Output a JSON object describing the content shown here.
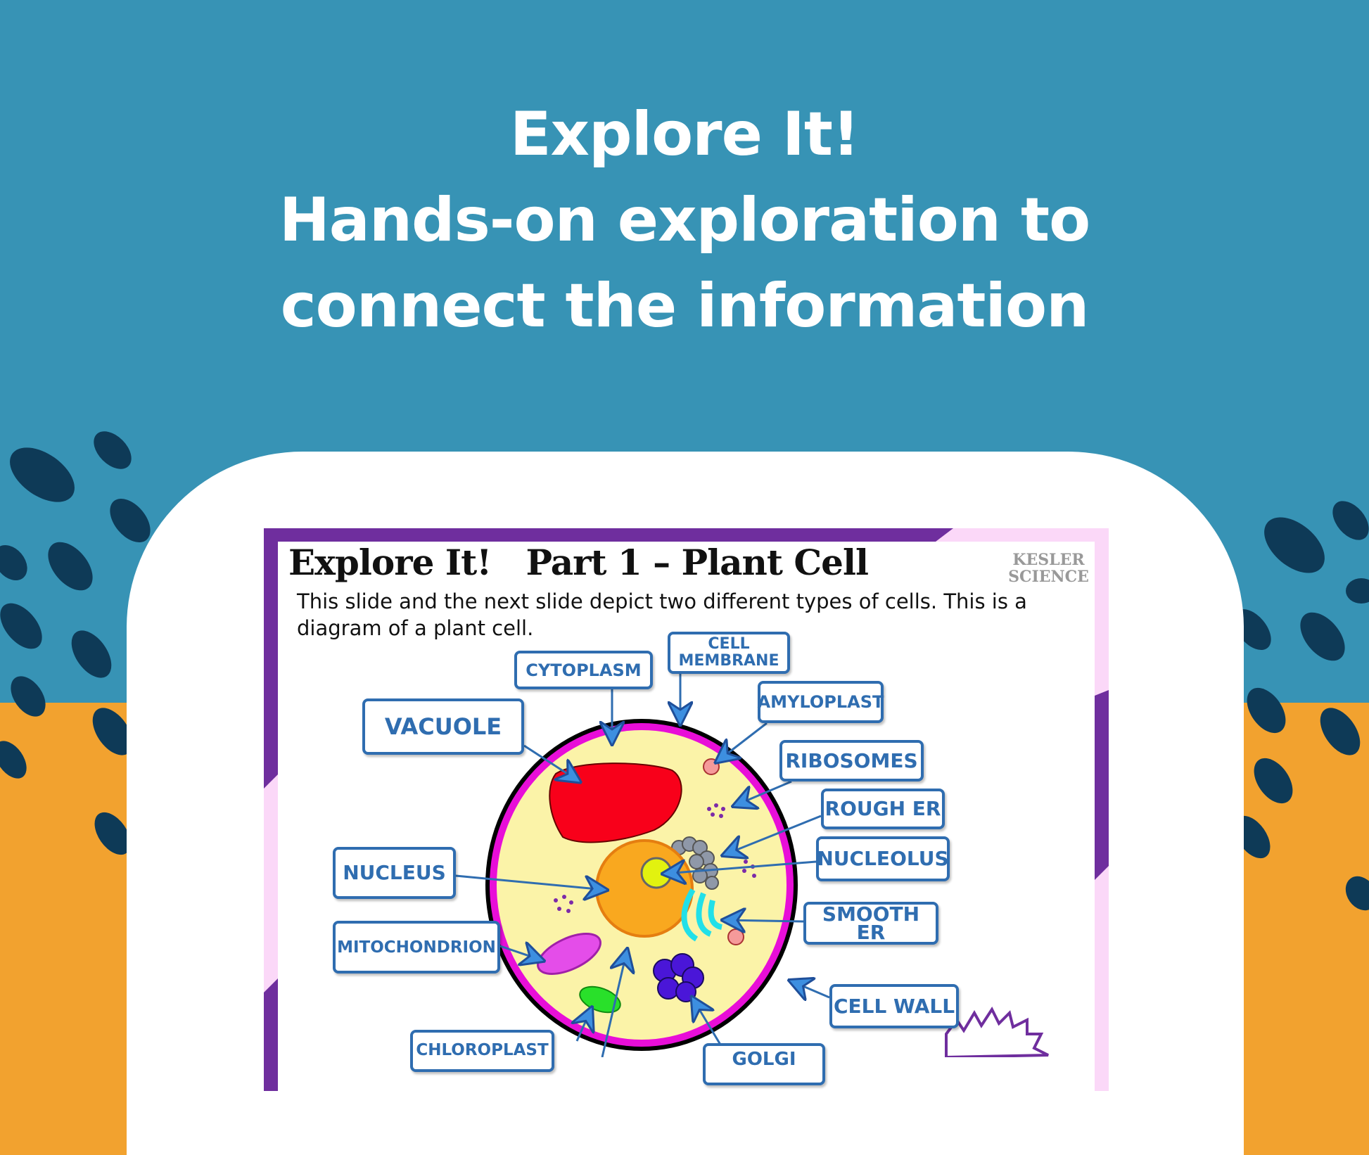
{
  "hero": {
    "line1": "Explore It!",
    "line2": "Hands-on exploration to",
    "line3": "connect the information"
  },
  "slide": {
    "title": "Explore It!   Part 1 – Plant Cell",
    "body": "This slide and the next slide depict two different types of cells. This is a diagram of a plant cell.",
    "logo_line1": "KESLER",
    "logo_line2": "SCIENCE"
  },
  "labels": {
    "cytoplasm": "CYTOPLASM",
    "cell_membrane": "CELL MEMBRANE",
    "amyloplast": "AMYLOPLAST",
    "vacuole": "VACUOLE",
    "ribosomes": "RIBOSOMES",
    "rough_er": "ROUGH ER",
    "nucleolus": "NUCLEOLUS",
    "nucleus": "NUCLEUS",
    "smooth_er": "SMOOTH ER",
    "mitochondrion": "MITOCHONDRION",
    "cell_wall": "CELL WALL",
    "chloroplast": "CHLOROPLAST",
    "golgi": "GOLGI"
  },
  "colors": {
    "teal": "#3793b5",
    "orange": "#f2a22f",
    "navy": "#0e3a57",
    "purple": "#6f2e9e",
    "label_blue": "#2f6db0"
  }
}
